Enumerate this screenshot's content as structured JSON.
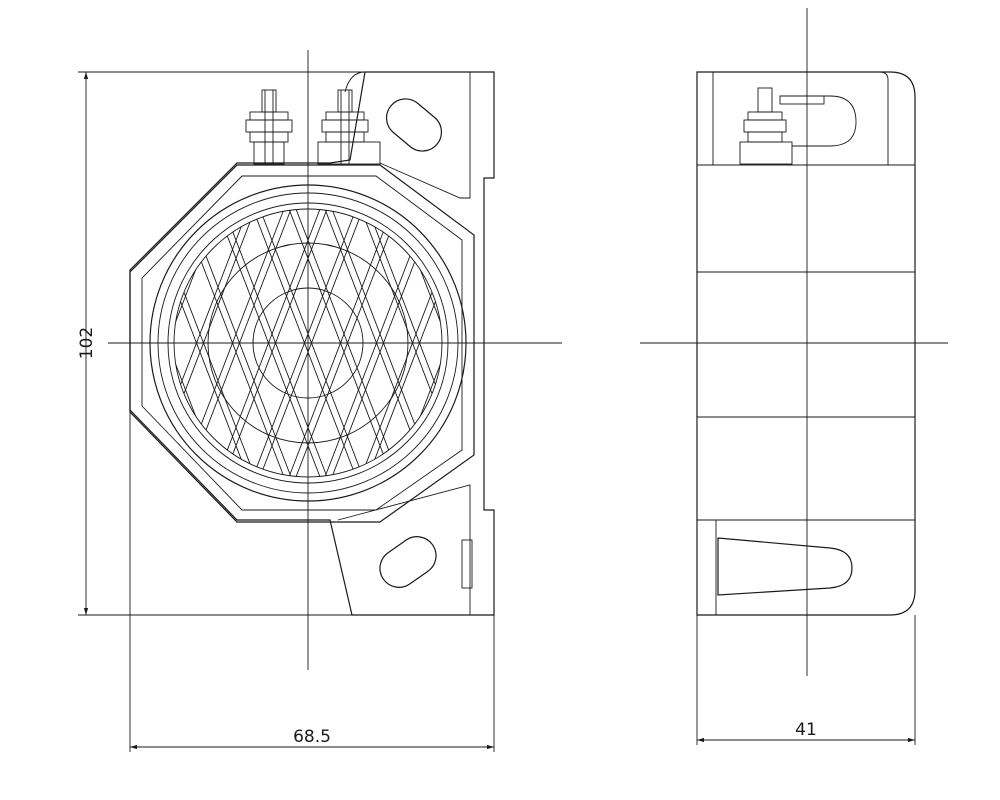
{
  "drawing": {
    "units": "mm",
    "dimensions": {
      "height": "102",
      "front_width": "68.5",
      "side_depth": "41"
    }
  }
}
